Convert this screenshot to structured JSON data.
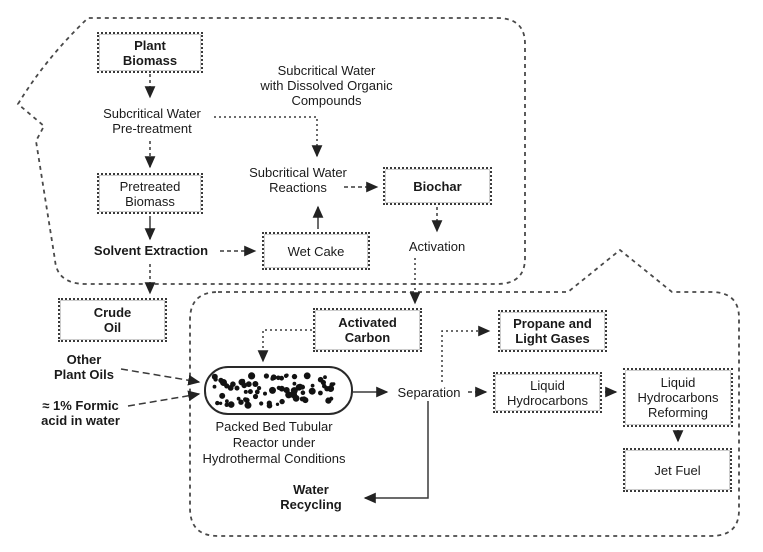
{
  "figure": {
    "type": "process-flow-diagram",
    "colors": {
      "ink": "#1c1c1c",
      "line": "#3a3a3a",
      "outline": "#4a4a4a",
      "background": "#ffffff",
      "reactor_dots": "#141414"
    },
    "nodes": {
      "plant_biomass": {
        "label": "Plant\nBiomass",
        "kind": "box",
        "bold": true
      },
      "subcritical_pretreatment": {
        "label": "Subcritical Water\nPre-treatment",
        "kind": "text",
        "bold": false
      },
      "dissolved_organic": {
        "label": "Subcritical Water\nwith Dissolved Organic\nCompounds",
        "kind": "text",
        "bold": false
      },
      "pretreated_biomass": {
        "label": "Pretreated\nBiomass",
        "kind": "box",
        "bold": false
      },
      "subcritical_reactions": {
        "label": "Subcritical Water\nReactions",
        "kind": "text",
        "bold": false
      },
      "biochar": {
        "label": "Biochar",
        "kind": "box",
        "bold": true
      },
      "solvent_extraction": {
        "label": "Solvent Extraction",
        "kind": "text",
        "bold": true
      },
      "wet_cake": {
        "label": "Wet Cake",
        "kind": "box",
        "bold": false
      },
      "activation": {
        "label": "Activation",
        "kind": "text",
        "bold": false
      },
      "crude_oil": {
        "label": "Crude\nOil",
        "kind": "box",
        "bold": true
      },
      "other_plant_oils": {
        "label": "Other\nPlant Oils",
        "kind": "text",
        "bold": true
      },
      "formic_acid": {
        "label": "≈ 1% Formic\nacid in water",
        "kind": "text",
        "bold": true
      },
      "activated_carbon": {
        "label": "Activated\nCarbon",
        "kind": "box",
        "bold": true
      },
      "packed_bed_reactor": {
        "label": "Packed Bed Tubular\nReactor under\nHydrothermal Conditions",
        "kind": "vessel-caption",
        "bold": false
      },
      "separation": {
        "label": "Separation",
        "kind": "text",
        "bold": false
      },
      "propane_light_gases": {
        "label": "Propane and\nLight Gases",
        "kind": "box",
        "bold": true
      },
      "liquid_hydrocarbons": {
        "label": "Liquid\nHydrocarbons",
        "kind": "box",
        "bold": false
      },
      "liquid_hydrocarbons_reforming": {
        "label": "Liquid\nHydrocarbons\nReforming",
        "kind": "box",
        "bold": false
      },
      "jet_fuel": {
        "label": "Jet Fuel",
        "kind": "box",
        "bold": false
      },
      "water_recycling": {
        "label": "Water\nRecycling",
        "kind": "text",
        "bold": true
      }
    },
    "edges": [
      {
        "from": "plant_biomass",
        "to": "subcritical_pretreatment"
      },
      {
        "from": "subcritical_pretreatment",
        "to": "pretreated_biomass"
      },
      {
        "from": "subcritical_pretreatment",
        "to": "subcritical_reactions",
        "via": "dissolved_organic"
      },
      {
        "from": "wet_cake",
        "to": "subcritical_reactions"
      },
      {
        "from": "subcritical_reactions",
        "to": "biochar"
      },
      {
        "from": "biochar",
        "to": "activation"
      },
      {
        "from": "activation",
        "to": "activated_carbon"
      },
      {
        "from": "pretreated_biomass",
        "to": "solvent_extraction"
      },
      {
        "from": "solvent_extraction",
        "to": "wet_cake"
      },
      {
        "from": "solvent_extraction",
        "to": "crude_oil"
      },
      {
        "from": "other_plant_oils",
        "to": "packed_bed_reactor"
      },
      {
        "from": "formic_acid",
        "to": "packed_bed_reactor"
      },
      {
        "from": "activated_carbon",
        "to": "packed_bed_reactor"
      },
      {
        "from": "packed_bed_reactor",
        "to": "separation"
      },
      {
        "from": "separation",
        "to": "propane_light_gases"
      },
      {
        "from": "separation",
        "to": "liquid_hydrocarbons"
      },
      {
        "from": "liquid_hydrocarbons",
        "to": "liquid_hydrocarbons_reforming"
      },
      {
        "from": "liquid_hydrocarbons_reforming",
        "to": "jet_fuel"
      },
      {
        "from": "separation",
        "to": "water_recycling"
      }
    ]
  }
}
